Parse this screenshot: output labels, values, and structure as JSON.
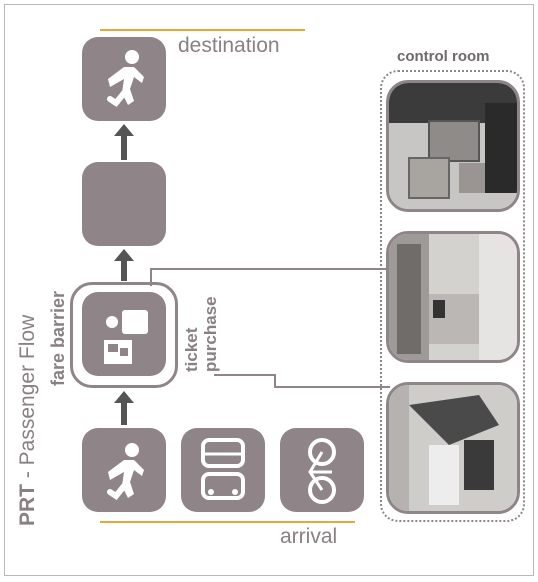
{
  "title": {
    "bold": "PRT",
    "rest": " - Passenger Flow"
  },
  "labels": {
    "destination": "destination",
    "arrival": "arrival",
    "control_room": "control room",
    "fare_barrier": "fare barrier",
    "ticket": "ticket",
    "purchase": "purchase"
  },
  "icons": {
    "destination": "walking-person-icon",
    "arrival_walk": "walking-person-icon",
    "arrival_transit": "bus-train-icon",
    "arrival_bike": "bicycle-icon",
    "fare_barrier": "ticket-machine-icon"
  },
  "photos": [
    "control-room-photo",
    "station-interior-photo",
    "ticket-machine-photo"
  ],
  "colors": {
    "box": "#8f8589",
    "accent_line": "#e5a93a",
    "text": "#8a7f83",
    "arrow": "#555555"
  }
}
